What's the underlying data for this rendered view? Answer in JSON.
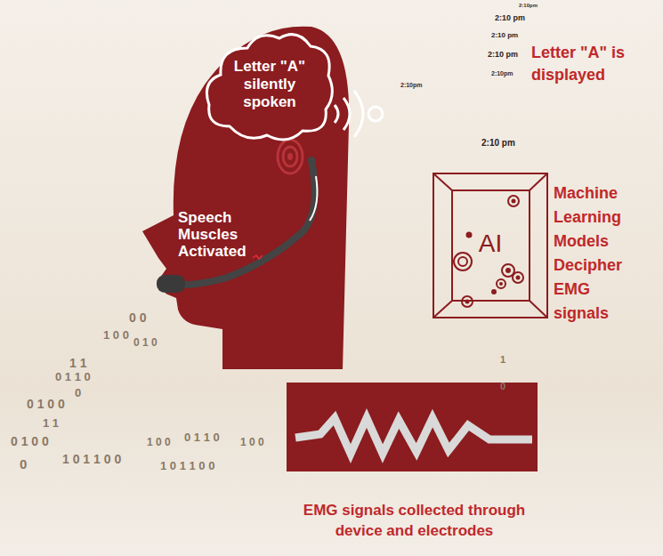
{
  "diagram": {
    "nodes": [
      {
        "text": [
          "Speech Muscles Activated"
        ]
      },
      {
        "text": [
          "Letter \"A\" silently spoken"
        ],
        "in": 0
      },
      {
        "text": [
          "AI",
          "Machine Learning Models Decipher EMG signals"
        ]
      },
      {
        "text": [
          "EMG signals collected through device and electrodes"
        ]
      }
    ],
    "labels": [
      "2:10pm",
      "2:10 pm",
      "2:10 pm",
      "2:10 pm",
      "2:10pm",
      "2:10pm",
      "2:10 pm",
      "Letter \"A\" is displayed",
      "0 0",
      "1 0 0",
      "0 1 0",
      "1 1",
      "0 1 1 0",
      "0",
      "0 1 0 0",
      "1 1",
      "0 1 0 0",
      "1 0 0",
      "0 1 1 0",
      "1 0 0",
      "0",
      "1 0 1 1 0 0",
      "1 0 1 1 0 0",
      "1",
      "0"
    ]
  }
}
